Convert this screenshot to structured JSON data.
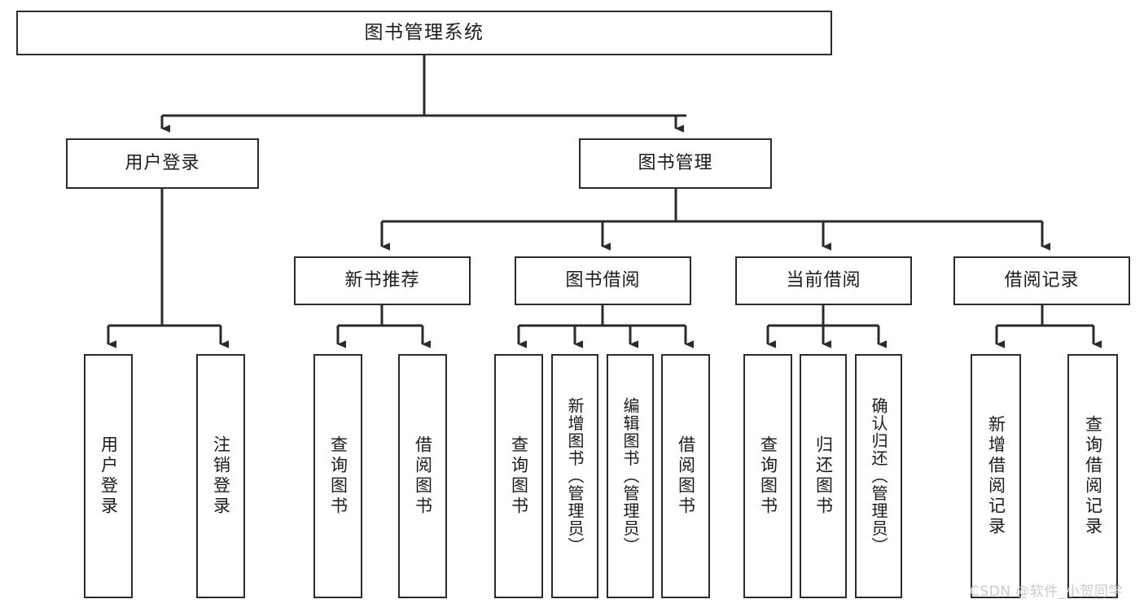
{
  "diagram": {
    "type": "tree-hierarchy",
    "title": "图书管理系统",
    "watermark": "CSDN @软件_小贺同学",
    "colors": {
      "box_border": "#2b2b2b",
      "box_fill": "#ffffff",
      "connector": "#2b2b2b",
      "text": "#1b1b1b",
      "watermark": "#c9c9c9",
      "background": "#ffffff"
    },
    "nodes": {
      "root": {
        "label": "图书管理系统"
      },
      "level2": [
        {
          "label": "用户登录"
        },
        {
          "label": "图书管理"
        }
      ],
      "level3": [
        {
          "label": "新书推荐"
        },
        {
          "label": "图书借阅"
        },
        {
          "label": "当前借阅"
        },
        {
          "label": "借阅记录"
        }
      ],
      "leaves": {
        "user_login": [
          {
            "label": "用户登录"
          },
          {
            "label": "注销登录"
          }
        ],
        "new_book": [
          {
            "label": "查询图书"
          },
          {
            "label": "借阅图书"
          }
        ],
        "borrow_book": [
          {
            "label": "查询图书"
          },
          {
            "label": "新增图书（管理员）"
          },
          {
            "label": "编辑图书（管理员）"
          },
          {
            "label": "借阅图书"
          }
        ],
        "current_borrow": [
          {
            "label": "查询图书"
          },
          {
            "label": "归还图书"
          },
          {
            "label": "确认归还（管理员）"
          }
        ],
        "borrow_record": [
          {
            "label": "新增借阅记录"
          },
          {
            "label": "查询借阅记录"
          }
        ]
      }
    }
  }
}
